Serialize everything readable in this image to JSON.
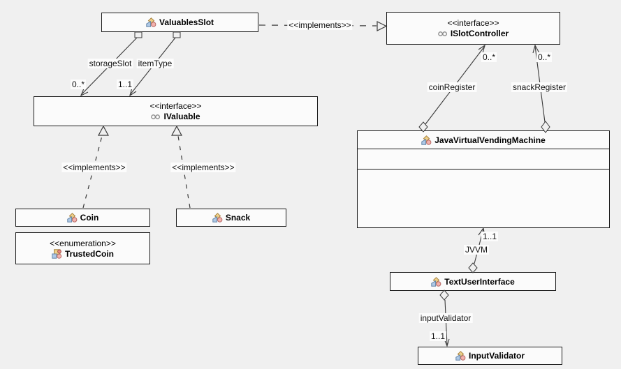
{
  "canvas": {
    "background": "#f0f0f0",
    "node_fill": "#fbfbfb",
    "border_color": "#1b1b1b",
    "line_color": "#3a3a3a",
    "label_background": "#fcfcfc"
  },
  "nodes": {
    "valuablesSlot": {
      "name": "ValuablesSlot",
      "kind": "class"
    },
    "islotController": {
      "stereotype": "<<interface>>",
      "name": "ISlotController",
      "kind": "interface"
    },
    "ivaluable": {
      "stereotype": "<<interface>>",
      "name": "IValuable",
      "kind": "interface"
    },
    "coin": {
      "name": "Coin",
      "kind": "class"
    },
    "trustedCoin": {
      "stereotype": "<<enumeration>>",
      "name": "TrustedCoin",
      "kind": "enum"
    },
    "snack": {
      "name": "Snack",
      "kind": "class"
    },
    "jvvm": {
      "name": "JavaVirtualVendingMachine",
      "kind": "class"
    },
    "textUserInterface": {
      "name": "TextUserInterface",
      "kind": "class"
    },
    "inputValidator": {
      "name": "InputValidator",
      "kind": "class"
    }
  },
  "edges": {
    "valuablesslot_implements_islotcontroller": {
      "label": "<<implements>>",
      "style": "dashed-triangle"
    },
    "coin_implements_ivaluable": {
      "label": "<<implements>>",
      "style": "dashed-triangle"
    },
    "snack_implements_ivaluable": {
      "label": "<<implements>>",
      "style": "dashed-triangle"
    },
    "storage_slot": {
      "label": "storageSlot",
      "multiplicity": "0..*"
    },
    "item_type": {
      "label": "itemType",
      "multiplicity": "1..1"
    },
    "coin_register": {
      "label": "coinRegister",
      "multiplicity": "0..*"
    },
    "snack_register": {
      "label": "snackRegister",
      "multiplicity": "0..*"
    },
    "jvvm_ref": {
      "label": "JVVM",
      "multiplicity": "1..1"
    },
    "input_validator_ref": {
      "label": "inputValidator",
      "multiplicity": "1..1"
    }
  }
}
